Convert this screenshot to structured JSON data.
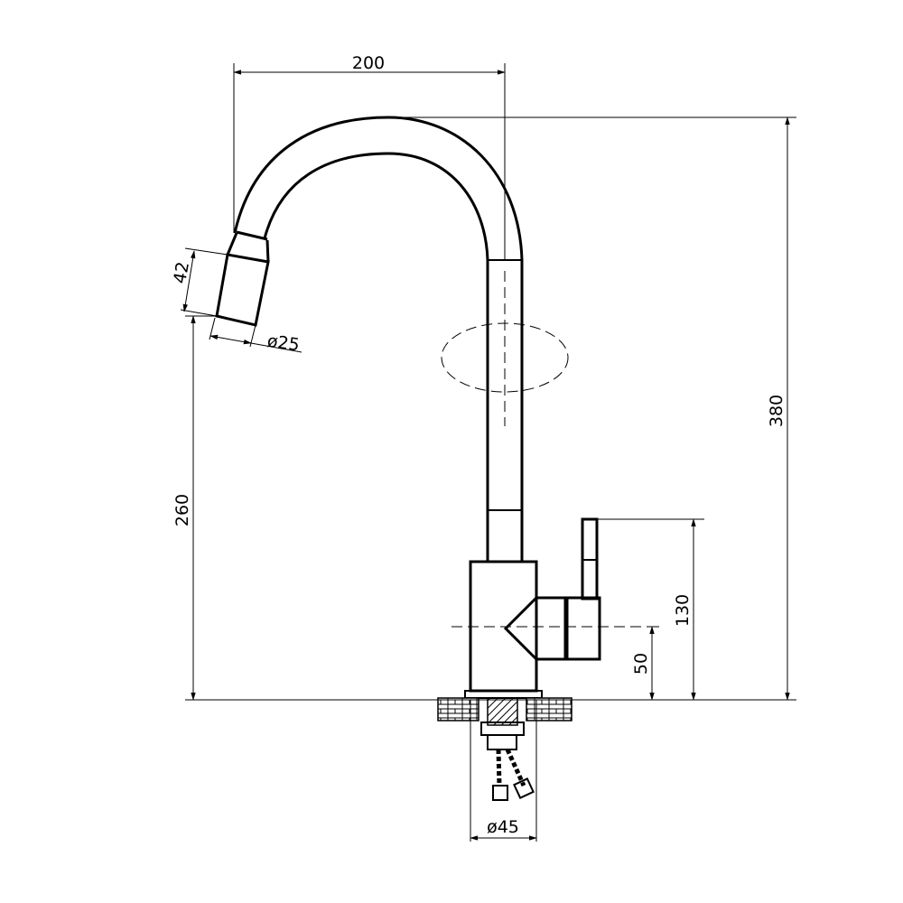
{
  "dimensions": {
    "spout_reach": "200",
    "total_height": "380",
    "spout_outlet_height": "260",
    "handle_height": "130",
    "body_center_height": "50",
    "aerator_length": "42",
    "aerator_diameter": "ø25",
    "base_diameter": "ø45"
  }
}
